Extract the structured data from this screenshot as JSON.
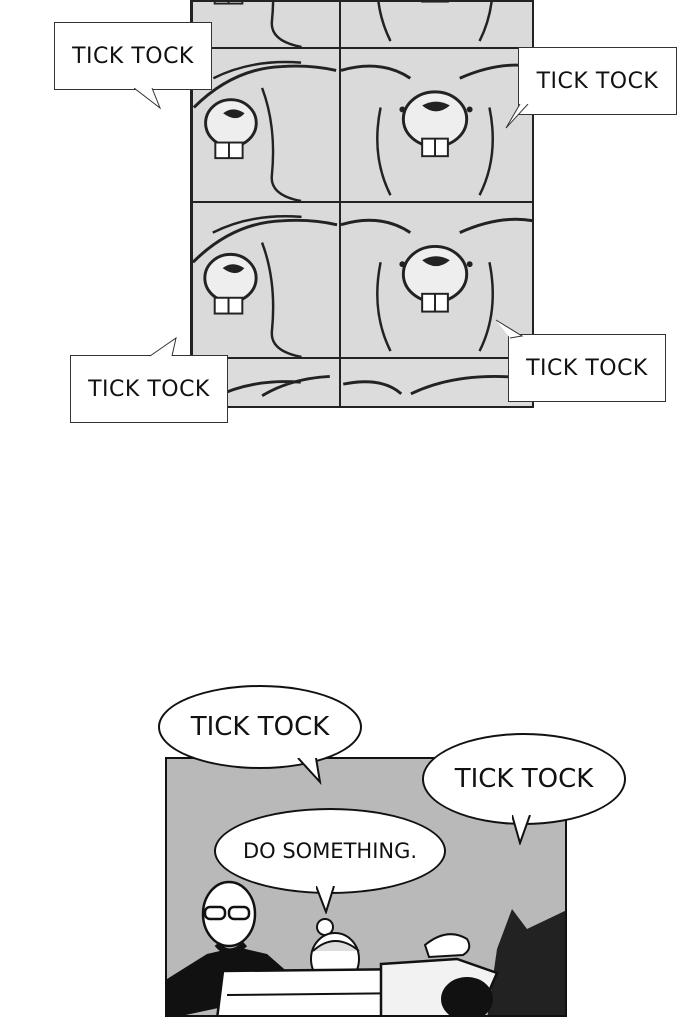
{
  "captions": {
    "top_left": "TICK TOCK",
    "top_right": "TICK TOCK",
    "bottom_left": "TICK TOCK",
    "bottom_right": "TICK TOCK"
  },
  "bubbles": {
    "tick_tock_1": "TICK TOCK",
    "tick_tock_2": "TICK TOCK",
    "do_something": "DO SOMETHING."
  }
}
